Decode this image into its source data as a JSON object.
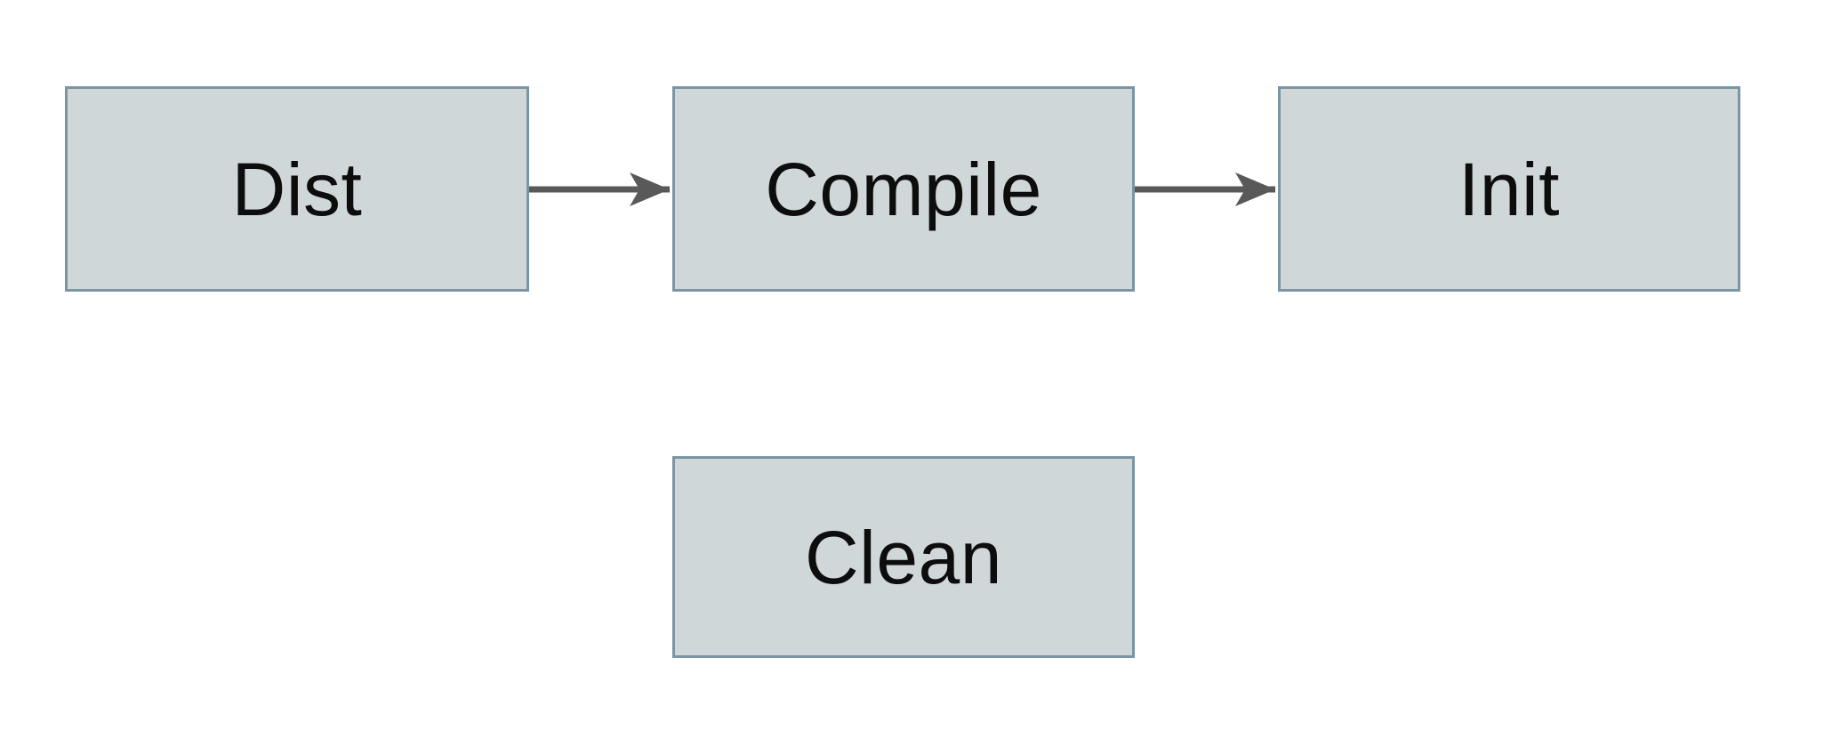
{
  "diagram": {
    "type": "flowchart",
    "nodes": [
      {
        "id": "dist",
        "label": "Dist"
      },
      {
        "id": "compile",
        "label": "Compile"
      },
      {
        "id": "init",
        "label": "Init"
      },
      {
        "id": "clean",
        "label": "Clean"
      }
    ],
    "edges": [
      {
        "from": "Dist",
        "to": "Compile",
        "style": "solid-arrow"
      },
      {
        "from": "Compile",
        "to": "Init",
        "style": "solid-arrow"
      }
    ],
    "colors": {
      "canvas_bg": "#ffffff",
      "node_fill": "#d0d7d9",
      "node_border": "#7a95a3",
      "arrow_color": "#595959",
      "text_color": "#0d0d0d"
    }
  }
}
